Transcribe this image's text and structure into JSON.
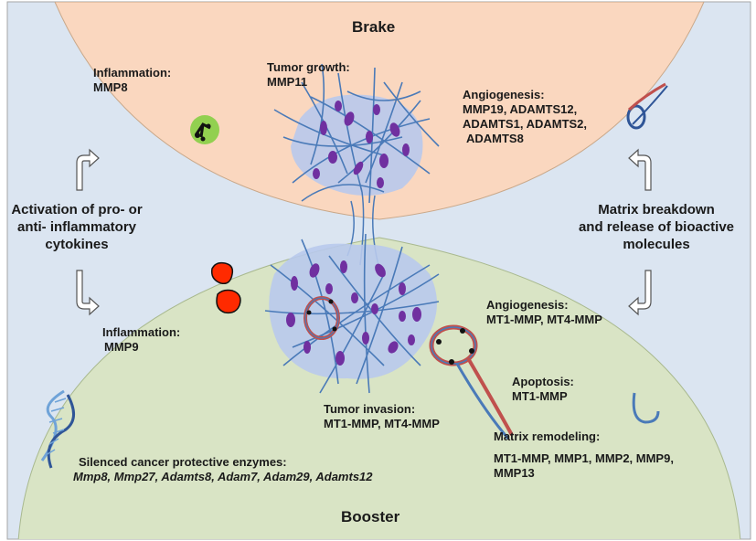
{
  "top_title": "Brake",
  "bottom_title": "Booster",
  "left_side": [
    "Activation of pro- or",
    "anti- inflammatory",
    "cytokines"
  ],
  "right_side": [
    "Matrix breakdown",
    "and release of bioactive",
    "molecules"
  ],
  "brake": {
    "inflammation": {
      "title": "Inflammation:",
      "items": [
        "MMP8"
      ]
    },
    "tumor_growth": {
      "title": "Tumor growth:",
      "items": [
        "MMP11"
      ]
    },
    "angiogenesis": {
      "title": "Angiogenesis:",
      "items": [
        "MMP19, ADAMTS12,",
        "ADAMTS1, ADAMTS2,",
        "ADAMTS8"
      ]
    }
  },
  "booster": {
    "inflammation": {
      "title": "Inflammation:",
      "items": [
        "MMP9"
      ]
    },
    "angiogenesis": {
      "title": "Angiogenesis:",
      "items": [
        "MT1-MMP, MT4-MMP"
      ]
    },
    "apoptosis": {
      "title": "Apoptosis:",
      "items": [
        "MT1-MMP"
      ]
    },
    "tumor_invasion": {
      "title": "Tumor  invasion:",
      "items": [
        "MT1-MMP, MT4-MMP"
      ]
    },
    "matrix_remodeling": {
      "title": "Matrix remodeling:",
      "items": [
        "MT1-MMP, MMP1, MMP2,  MMP9,",
        "MMP13"
      ]
    },
    "silenced": {
      "title": "Silenced cancer protective enzymes:",
      "items": [
        "Mmp8, Mmp27, Adamts8, Adam7, Adam29, Adamts12"
      ]
    }
  },
  "colors": {
    "background": "#dbe5f1",
    "brake_region": "#fad7bf",
    "booster_region": "#d9e4c5",
    "tumor_cells": "#b8c9ec",
    "nuclei": "#7030a0",
    "fibers": "#4a7ab8",
    "vessel_red": "#c0504d",
    "blood_cell_red": "#ff2a00",
    "green_cell": "#92d050"
  },
  "icons": [
    "brake-arrow-left",
    "brake-arrow-right",
    "booster-arrow-left",
    "booster-arrow-right",
    "green-cell-icon",
    "red-blood-cells-icon",
    "dna-helix-icon",
    "vessel-icon",
    "tumor-cluster-icon"
  ]
}
